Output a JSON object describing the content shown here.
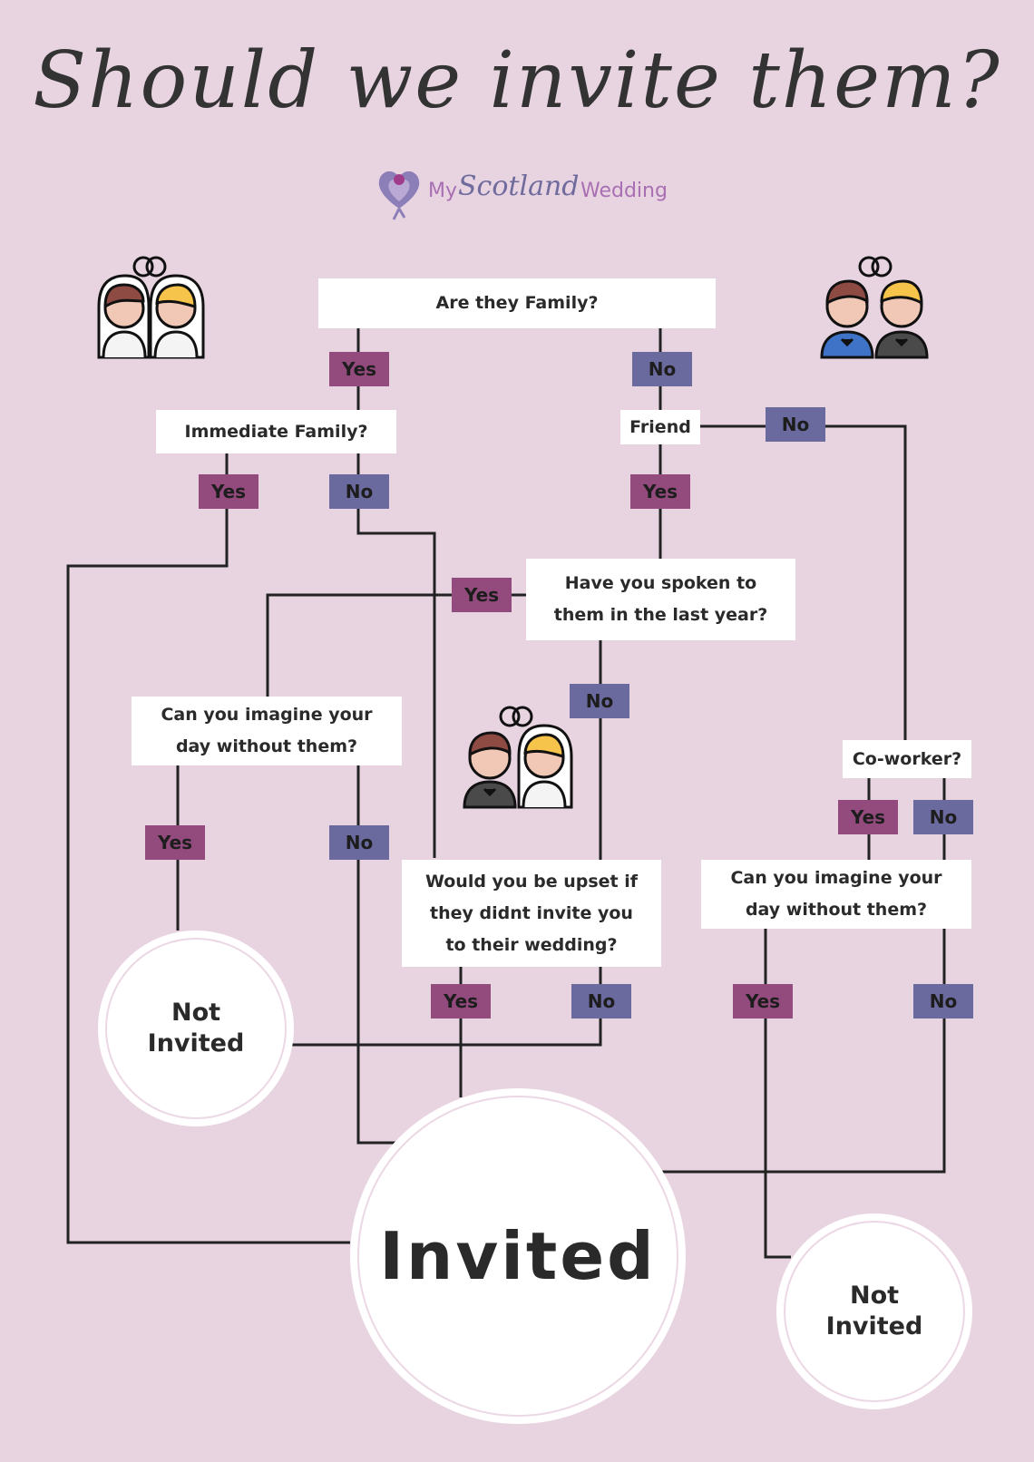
{
  "title": "Should we invite them?",
  "logo": {
    "my": "My",
    "scotland": "Scotland",
    "wedding": "Wedding"
  },
  "questions": {
    "family": "Are they Family?",
    "immediate": "Immediate Family?",
    "friend": "Friend",
    "spoken": "Have you spoken to them in the last year?",
    "imagine_left": "Can you imagine your day without them?",
    "coworker": "Co-worker?",
    "upset": "Would you be upset if they didnt invite you to their wedding?",
    "imagine_right": "Can you imagine your day without them?"
  },
  "answers": {
    "yes": "Yes",
    "no": "No"
  },
  "outcomes": {
    "not_invited_left": "Not Invited",
    "invited": "Invited",
    "not_invited_right": "Not Invited"
  },
  "colors": {
    "background": "#e8d4e1",
    "yes": "#934a7d",
    "no": "#6b6a9f",
    "line": "#222222"
  },
  "icons": [
    "two-brides-icon",
    "two-grooms-icon",
    "bride-groom-icon"
  ]
}
